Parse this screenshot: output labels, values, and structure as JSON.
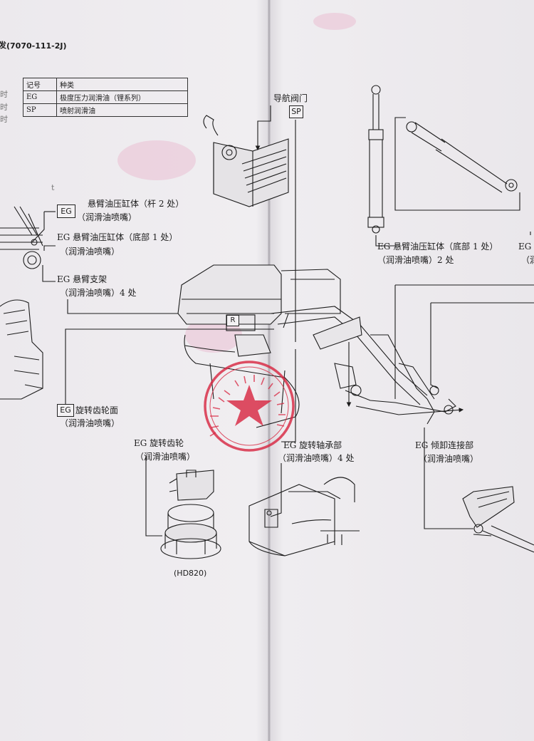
{
  "header": {
    "code": "(7070-111-2J)",
    "title_fragment": "发"
  },
  "left_edge": [
    "时",
    "时",
    "时"
  ],
  "legend": {
    "head": [
      "记号",
      "种类"
    ],
    "rows": [
      {
        "code": "EG",
        "desc": "极度压力润滑油（锂系列）"
      },
      {
        "code": "SP",
        "desc": "喷射润滑油"
      }
    ]
  },
  "labels": {
    "pilot_valve": "导航阀门",
    "sp_badge": "SP",
    "eg_badge_1": "EG",
    "eg_badge_2": "EG",
    "r_badge": "R",
    "boom_cyl_rod_title": "悬臂油压缸体（杆 2 处）",
    "boom_cyl_rod_sub": "（润滑油喷嘴）",
    "boom_cyl_bottom_title": "EG 悬臂油压缸体（底部 1 处）",
    "boom_cyl_bottom_sub": "（润滑油喷嘴）",
    "boom_bracket_title": "EG 悬臂支架",
    "boom_bracket_sub": "（润滑油喷嘴）4 处",
    "swing_gear_face_title": "旋转齿轮面",
    "swing_gear_face_sub": "（润滑油喷嘴）",
    "swing_gear_title": "EG 旋转齿轮",
    "swing_gear_sub": "（润滑油喷嘴）",
    "swing_bearing_title": "EG 旋转轴承部",
    "swing_bearing_sub": "（润滑油喷嘴）4 处",
    "right_boom_cyl_title": "EG 悬臂油压缸体（底部 1 处）",
    "right_boom_cyl_sub": "（润滑油喷嘴）2 处",
    "right_edge_eg": "EG",
    "right_edge_sub": "（润",
    "dump_link_title": "EG  倾卸连接部",
    "dump_link_sub": "（润滑油喷嘴）",
    "t_mark": "t",
    "model": "(HD820)"
  },
  "colors": {
    "paper": "#ece9ed",
    "ink": "#1c1c1c",
    "stamp": "#d8243f",
    "pink_smudge": "#e7a7c4"
  }
}
